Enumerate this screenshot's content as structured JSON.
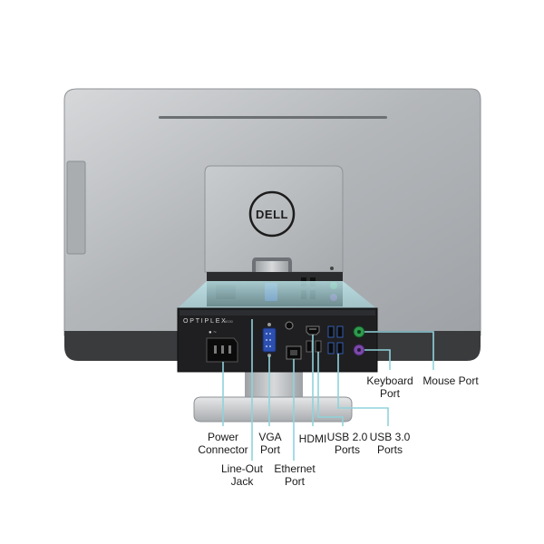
{
  "product": {
    "brand_logo": "DELL",
    "model_badge": "OPTIPLEX"
  },
  "callouts": {
    "power_connector": "Power\nConnector",
    "line_out_jack": "Line-Out\nJack",
    "vga_port": "VGA\nPort",
    "ethernet_port": "Ethernet\nPort",
    "hdmi": "HDMI",
    "usb_2_ports": "USB 2.0\nPorts",
    "usb_3_ports": "USB 3.0\nPorts",
    "keyboard_port": "Keyboard\nPort",
    "mouse_port": "Mouse Port"
  },
  "colors": {
    "callout_line": "#8fd3dc",
    "background": "#ffffff",
    "chassis_silver": "#b9bcbf",
    "io_panel": "#1f1f21"
  }
}
